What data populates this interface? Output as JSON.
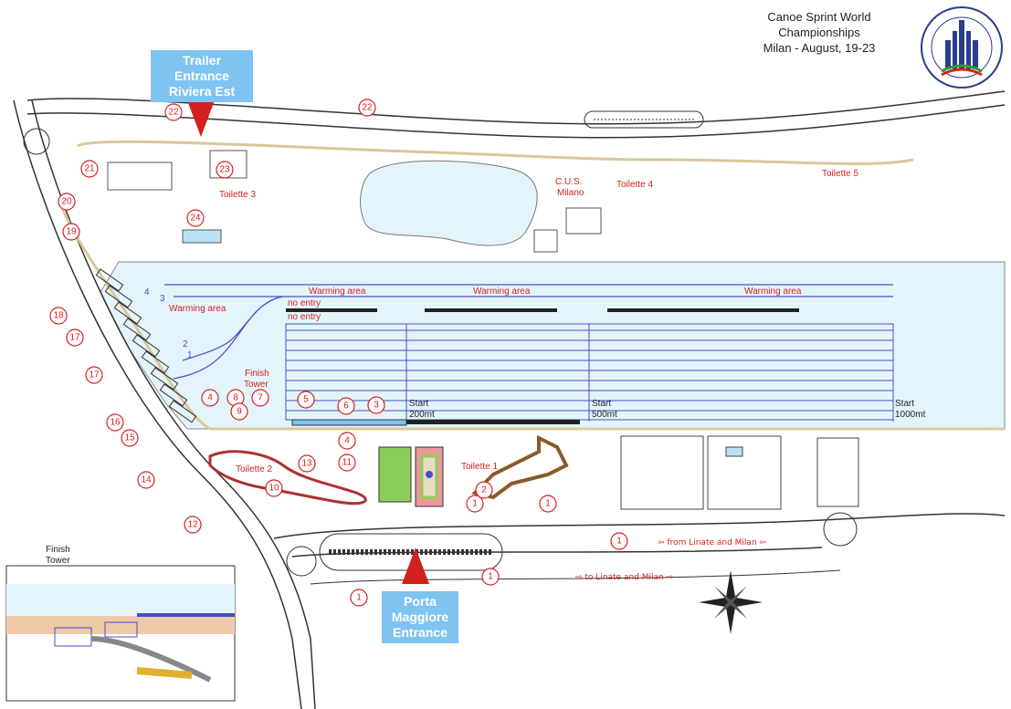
{
  "title": {
    "line1": "Canoe Sprint World",
    "line2": "Championships",
    "line3": "Milan - August, 19-23"
  },
  "logo_icon": "milan-cathedral-seal-icon",
  "entrances": {
    "trailer": {
      "line1": "Trailer Entrance",
      "line2": "Riviera Est"
    },
    "main": {
      "line1": "Porta",
      "line2": "Maggiore",
      "line3": "Entrance"
    }
  },
  "labels": {
    "warming_area": "Warming area",
    "no_entry": "no entry",
    "finish_tower_line1": "Finish",
    "finish_tower_line2": "Tower",
    "start": "Start",
    "start_200": "200mt",
    "start_500": "500mt",
    "start_1000": "1000mt",
    "toilette_2": "Toilette 2",
    "toilette_3": "Toilette 3",
    "toilette_4": "Toilette 4",
    "toilette_5": "Toilette 5",
    "toilette_1": "Toilette 1",
    "cus_line1": "C.U.S.",
    "cus_line2": "Milano",
    "from_linate": "⇦ from Linate and Milan ⇦",
    "to_linate": "⇨ to Linate and Milan ⇨",
    "inset_finish_line1": "Finish",
    "inset_finish_line2": "Tower"
  },
  "markers": [
    "1",
    "2",
    "3",
    "4",
    "5",
    "6",
    "7",
    "8",
    "9",
    "10",
    "11",
    "12",
    "13",
    "14",
    "15",
    "16",
    "17",
    "18",
    "19",
    "20",
    "21",
    "22",
    "23",
    "24"
  ],
  "lane_numbers": [
    "4",
    "3",
    "2",
    "1"
  ],
  "colors": {
    "water": "#e4f4fb",
    "lane_blue": "#4050c8",
    "marker_red": "#d32020",
    "entrance_blue": "#7fc3f0",
    "road_tan": "#e8dcc0",
    "boat_park_green": "#8ccd5a",
    "parking_red": "#e89a9a"
  }
}
